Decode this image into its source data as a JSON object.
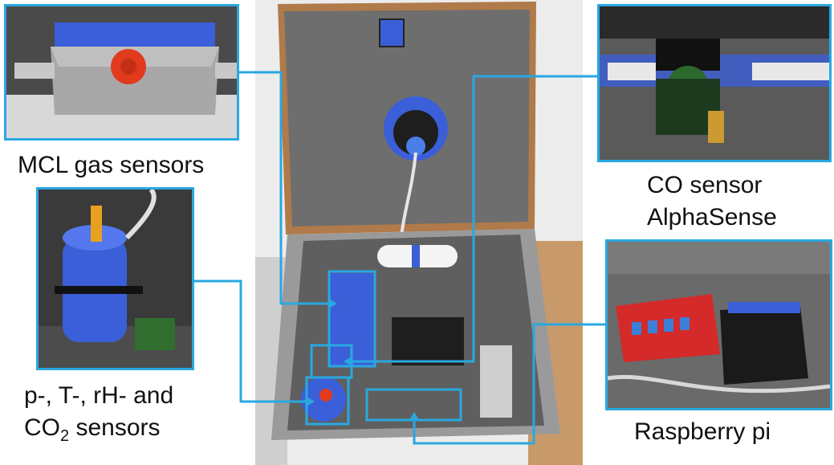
{
  "labels": {
    "mcl": "MCL gas sensors",
    "co_line1": "CO sensor",
    "co_line2": "AlphaSense",
    "ptrh_line1": "p-, T-, rH- and",
    "ptrh_co": "CO",
    "ptrh_sub": "2",
    "ptrh_rest": " sensors",
    "rpi": "Raspberry pi"
  },
  "colors": {
    "accent": "#29a8e0",
    "case_felt": "#6e6e6e",
    "case_frame": "#9a9a9a",
    "case_wood": "#b07a4a",
    "sensor_blue": "#3b5fd8",
    "knob_red": "#e23a1c",
    "pcb_red": "#d42a2a",
    "floor_wood": "#c89a6a",
    "wall": "#ececec"
  }
}
